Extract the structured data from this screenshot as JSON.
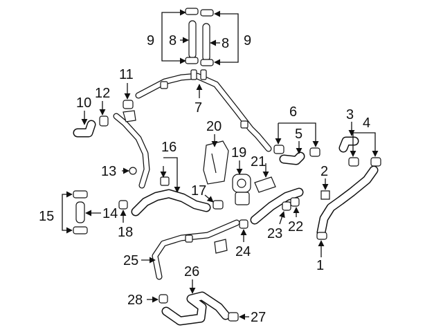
{
  "callouts": {
    "c1": "1",
    "c2": "2",
    "c3": "3",
    "c4": "4",
    "c5": "5",
    "c6": "6",
    "c7": "7",
    "c8a": "8",
    "c8b": "8",
    "c9a": "9",
    "c9b": "9",
    "c10": "10",
    "c11": "11",
    "c12": "12",
    "c13": "13",
    "c14": "14",
    "c15": "15",
    "c16": "16",
    "c17": "17",
    "c18": "18",
    "c19": "19",
    "c20": "20",
    "c21": "21",
    "c22": "22",
    "c23": "23",
    "c24": "24",
    "c25": "25",
    "c26": "26",
    "c27": "27",
    "c28": "28"
  },
  "colors": {
    "line": "#111111",
    "background": "#ffffff"
  }
}
